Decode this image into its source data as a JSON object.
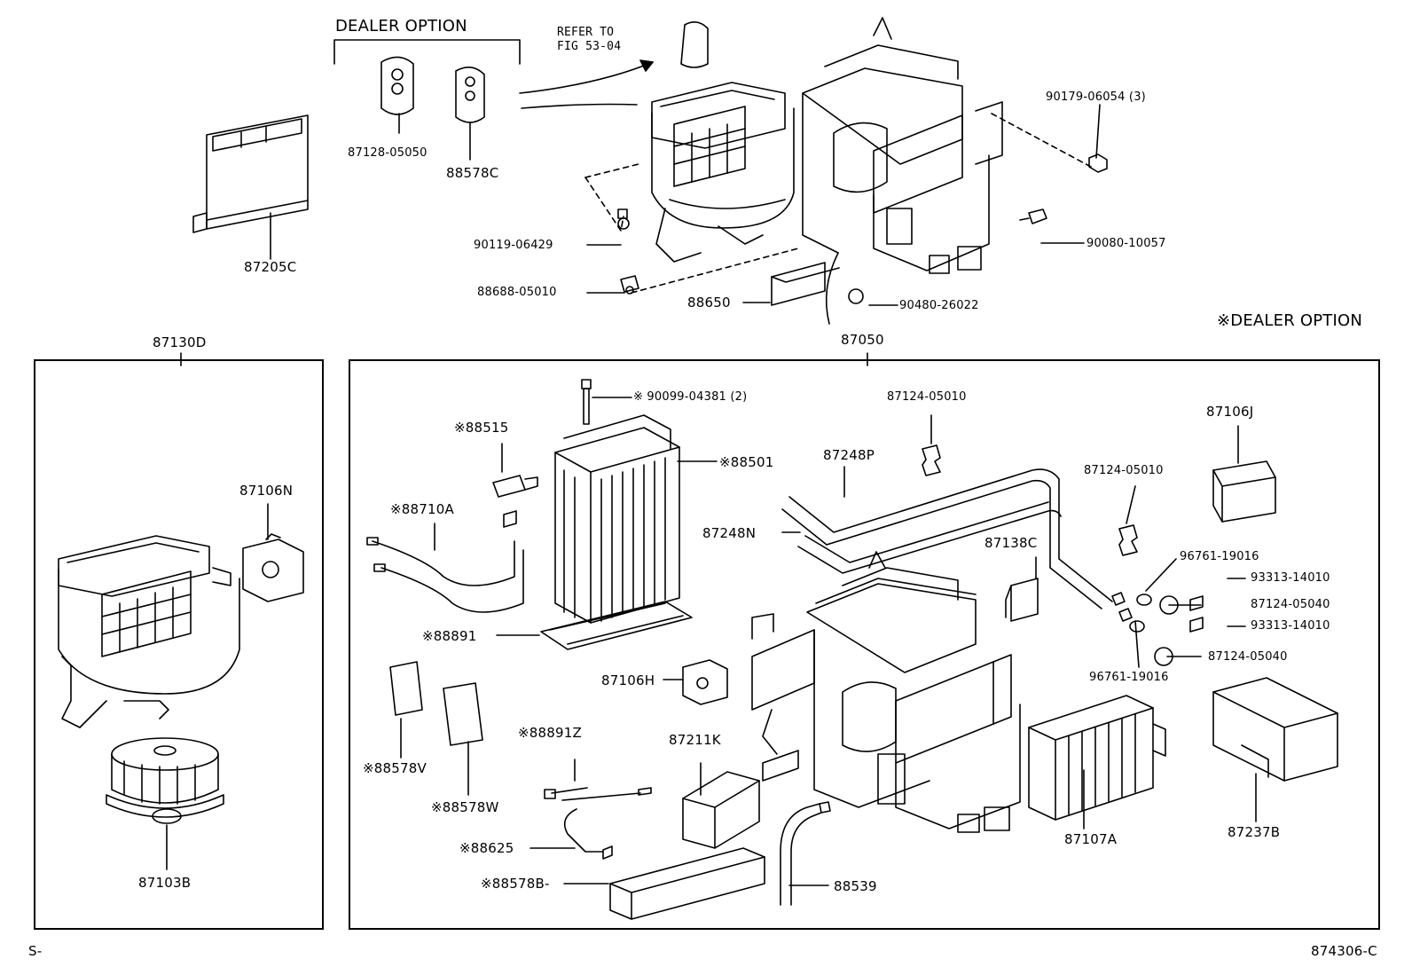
{
  "header": {
    "dealer_option_top": "DEALER OPTION",
    "refer_to": "REFER TO",
    "refer_fig": "FIG 53-04",
    "dealer_option_legend": "※DEALER OPTION"
  },
  "groups": {
    "blower_assy": "87130D",
    "heater_unit": "87050"
  },
  "parts_top": {
    "filter": "87205C",
    "seal_a": "87128-05050",
    "seal_b": "88578C",
    "nut": "90179-06054 (3)",
    "screw_a": "90119-06429",
    "bracket": "88688-05010",
    "amplifier": "88650",
    "grommet": "90480-26022",
    "bolt": "90080-10057"
  },
  "parts_left_panel": {
    "servo": "87106N",
    "motor": "87103B"
  },
  "parts_main_panel": {
    "bolt_90099": "※ 90099-04381 (2)",
    "valve_88515": "※88515",
    "evap_88501": "※88501",
    "tube_88710a": "※88710A",
    "cover_88891": "※88891",
    "seal_88578v": "※88578V",
    "seal_88578w": "※88578W",
    "servo_87106h": "87106H",
    "thermistor_88891z": "※88891Z",
    "duct_87211k": "87211K",
    "wire_88625": "※88625",
    "cover_88578b": "※88578B-",
    "hose_88539": "88539",
    "clamp_top": "87124-05010",
    "pipe_87248p": "87248P",
    "pipe_87248n": "87248N",
    "clamp_87124_05010b": "87124-05010",
    "servo_87106j": "87106J",
    "bracket_87138c": "87138C",
    "oring_a": "96761-19016",
    "bolt_a": "93313-14010",
    "clamp_a": "87124-05040",
    "bolt_b": "93313-14010",
    "clamp_b": "87124-05040",
    "oring_b": "96761-19016",
    "core_87107a": "87107A",
    "duct_87237b": "87237B"
  },
  "footer": {
    "left_code": "S-",
    "figure_code": "874306-C"
  }
}
